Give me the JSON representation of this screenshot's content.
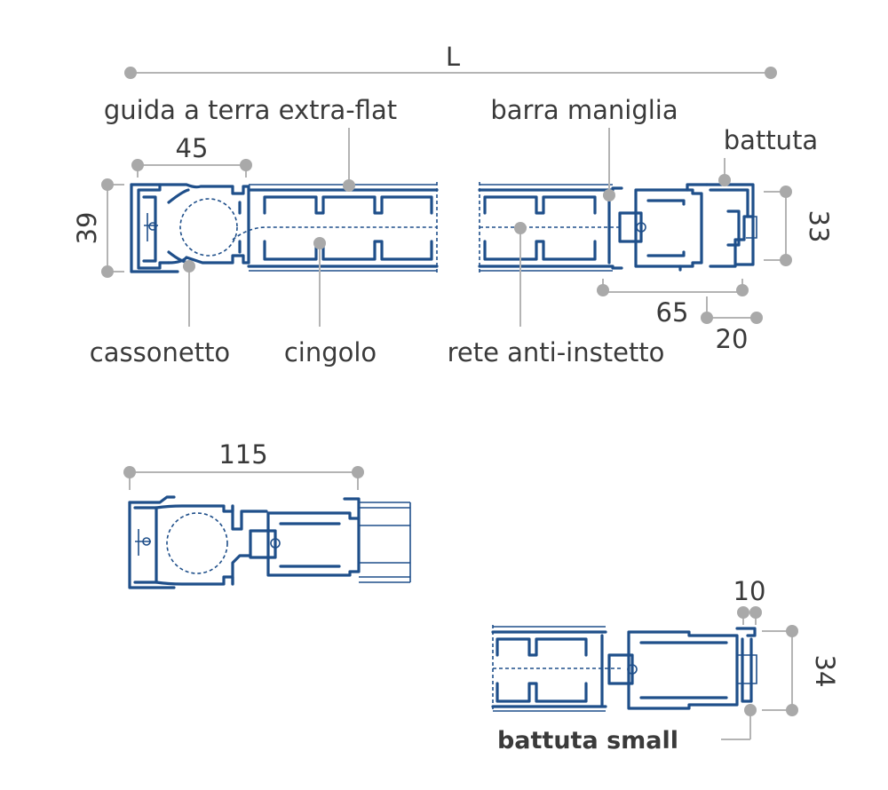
{
  "labels": {
    "length": "L",
    "floor_guide": "guida a terra extra-flat",
    "handle_bar": "barra maniglia",
    "stop": "battuta",
    "box": "cassonetto",
    "track": "cingolo",
    "insect_net": "rete anti-instetto",
    "stop_small": "battuta small"
  },
  "dimensions": {
    "d45": "45",
    "d39": "39",
    "d33": "33",
    "d65": "65",
    "d20": "20",
    "d115": "115",
    "d10": "10",
    "d34": "34"
  },
  "colors": {
    "profile": "#1f4f8a",
    "dimension": "#a9a9a9",
    "text": "#3a3a3a"
  }
}
